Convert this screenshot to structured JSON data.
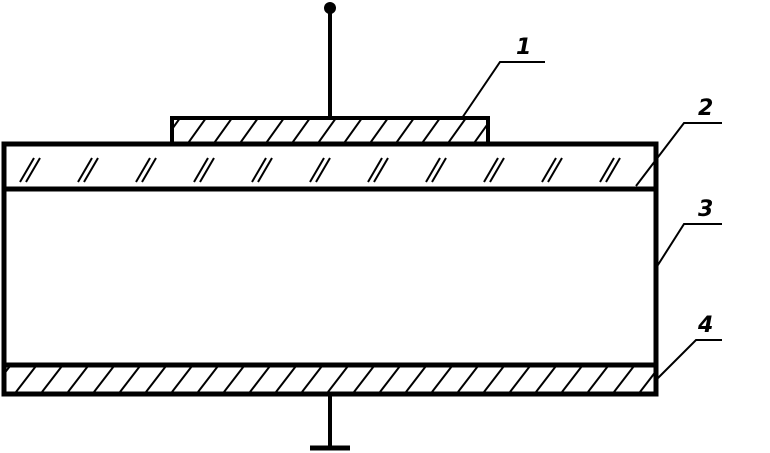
{
  "diagram": {
    "stroke_color": "#000000",
    "background": "#ffffff",
    "callouts": [
      {
        "label": "1",
        "part": "top-electrode"
      },
      {
        "label": "2",
        "part": "upper-hatched-layer"
      },
      {
        "label": "3",
        "part": "central-layer"
      },
      {
        "label": "4",
        "part": "bottom-hatched-layer"
      }
    ]
  }
}
